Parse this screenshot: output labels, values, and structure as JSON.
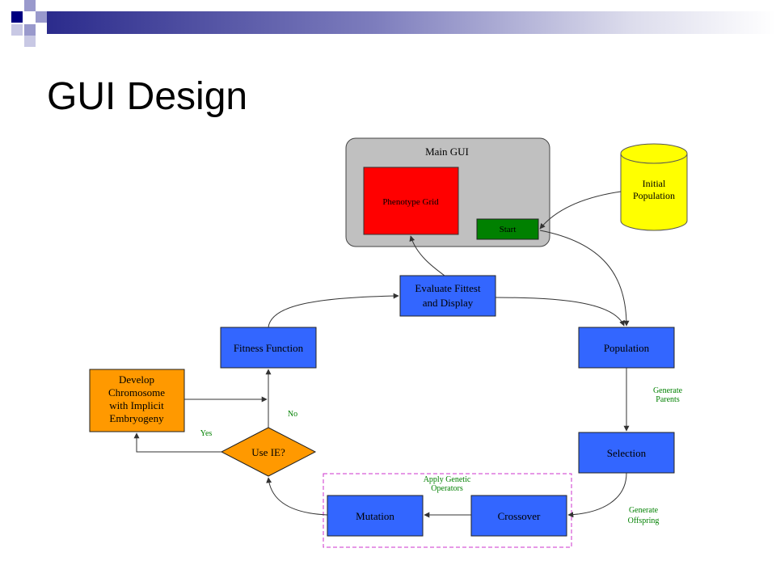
{
  "slide": {
    "title": "GUI Design"
  },
  "colors": {
    "blue_box": "#3366ff",
    "orange_box": "#ff9900",
    "red_grid": "#ff0000",
    "green_start": "#008000",
    "yellow_db": "#ffff00",
    "gray_panel": "#c0c0c0",
    "label_green": "#008000",
    "dashed_border": "#cc33cc",
    "deco_navy": "#000080",
    "deco_periwinkle": "#9999cc"
  },
  "diagram": {
    "main_gui": "Main GUI",
    "phenotype_grid": "Phenotype Grid",
    "start": "Start",
    "initial_population": [
      "Initial",
      "Population"
    ],
    "evaluate": [
      "Evaluate Fittest",
      "and Display"
    ],
    "fitness_function": "Fitness Function",
    "population": "Population",
    "selection": "Selection",
    "crossover": "Crossover",
    "mutation": "Mutation",
    "use_ie": "Use IE?",
    "develop": [
      "Develop",
      "Chromosome",
      "with Implicit",
      "Embryogeny"
    ],
    "generate_parents": [
      "Generate",
      "Parents"
    ],
    "generate_offspring": [
      "Generate",
      "Offspring"
    ],
    "apply_operators": [
      "Apply Genetic",
      "Operators"
    ],
    "yes": "Yes",
    "no": "No"
  }
}
